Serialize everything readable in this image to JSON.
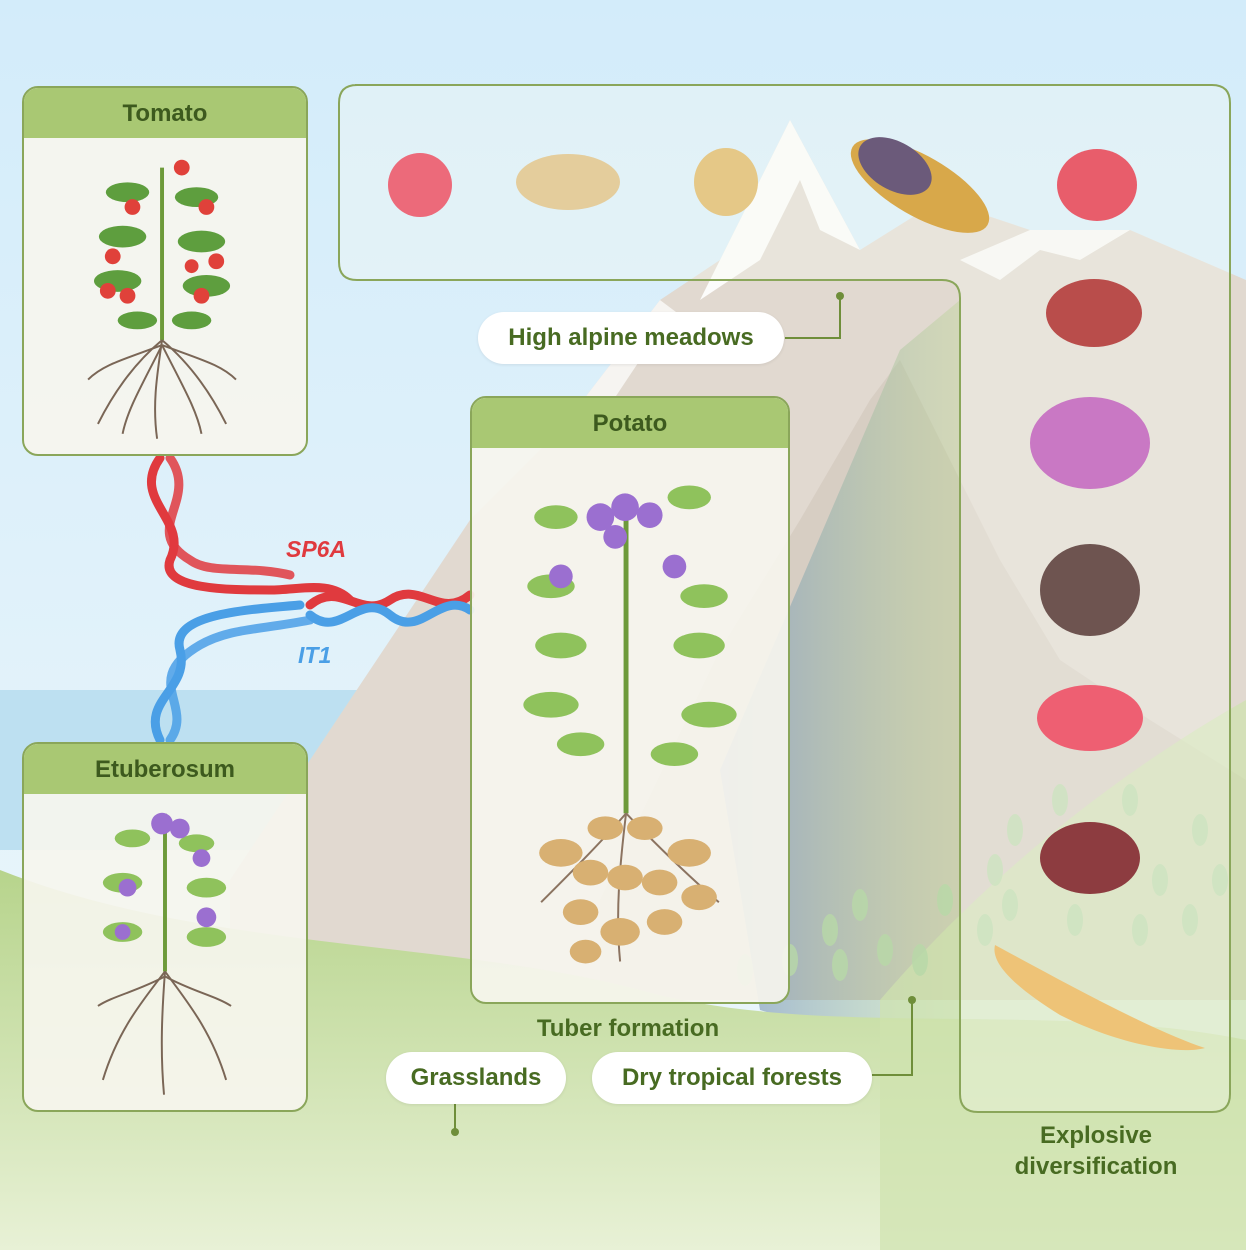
{
  "panels": {
    "tomato": {
      "title": "Tomato"
    },
    "potato": {
      "title": "Potato"
    },
    "etuberosum": {
      "title": "Etuberosum"
    }
  },
  "genes": {
    "sp6a": "SP6A",
    "it1": "IT1"
  },
  "habitats": {
    "alpine": "High alpine meadows",
    "grasslands": "Grasslands",
    "forests": "Dry tropical forests"
  },
  "captions": {
    "tuber_formation": "Tuber formation",
    "explosive_line1": "Explosive",
    "explosive_line2": "diversification"
  },
  "colors": {
    "panel_header": "#a9c873",
    "panel_border": "#8aa65a",
    "label_text": "#486b22",
    "sp6a": "#e03a3e",
    "it1": "#4a9fe6"
  }
}
